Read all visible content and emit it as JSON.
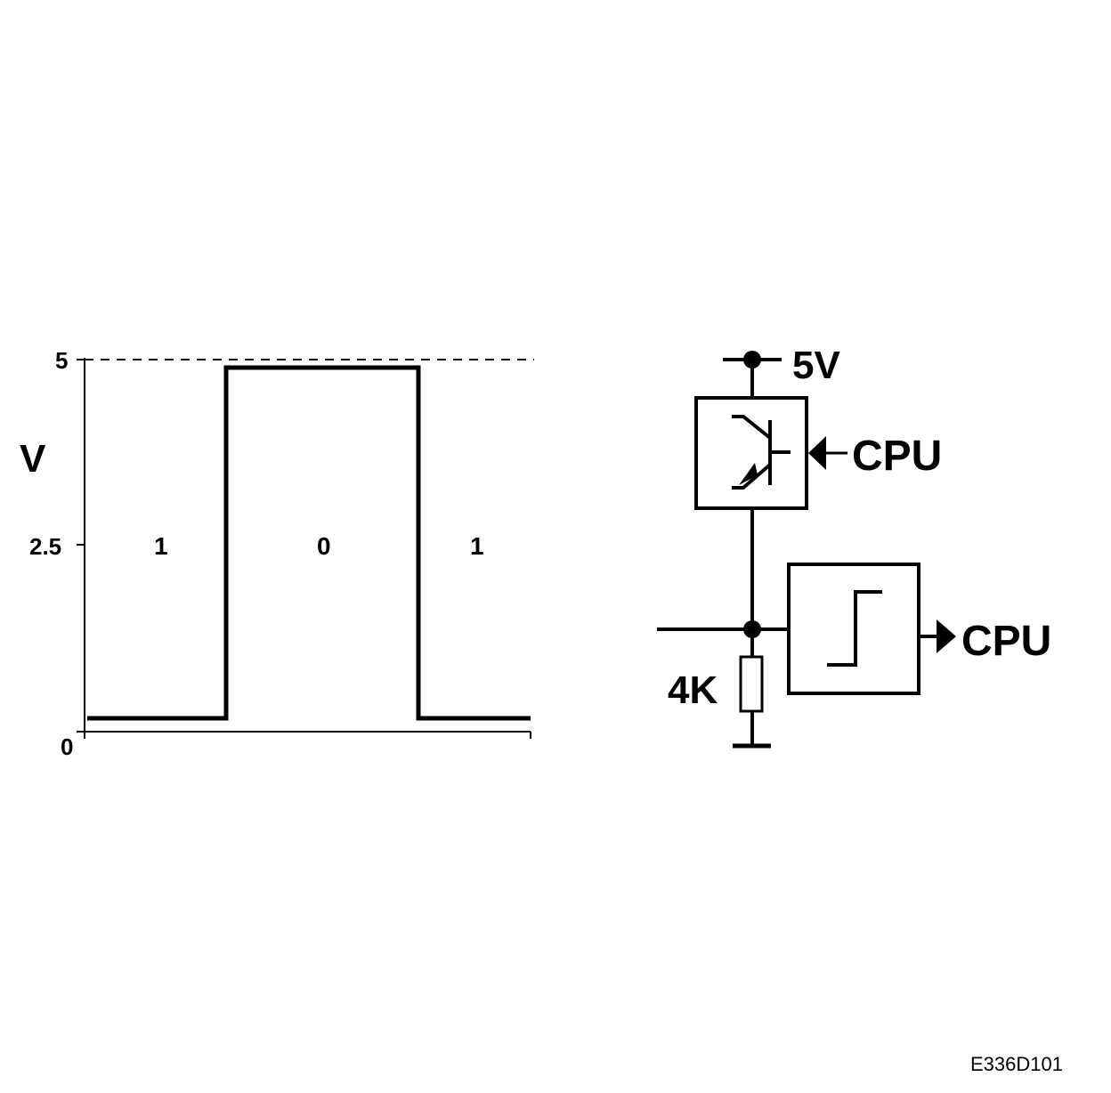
{
  "waveform": {
    "y_axis_label": "V",
    "ticks": [
      "5",
      "2.5",
      "0"
    ],
    "segment_labels": [
      "1",
      "0",
      "1"
    ]
  },
  "circuit": {
    "supply_label": "5V",
    "cpu_input_label": "CPU",
    "cpu_output_label": "CPU",
    "resistor_label": "4K"
  },
  "doc_id": "E336D101"
}
